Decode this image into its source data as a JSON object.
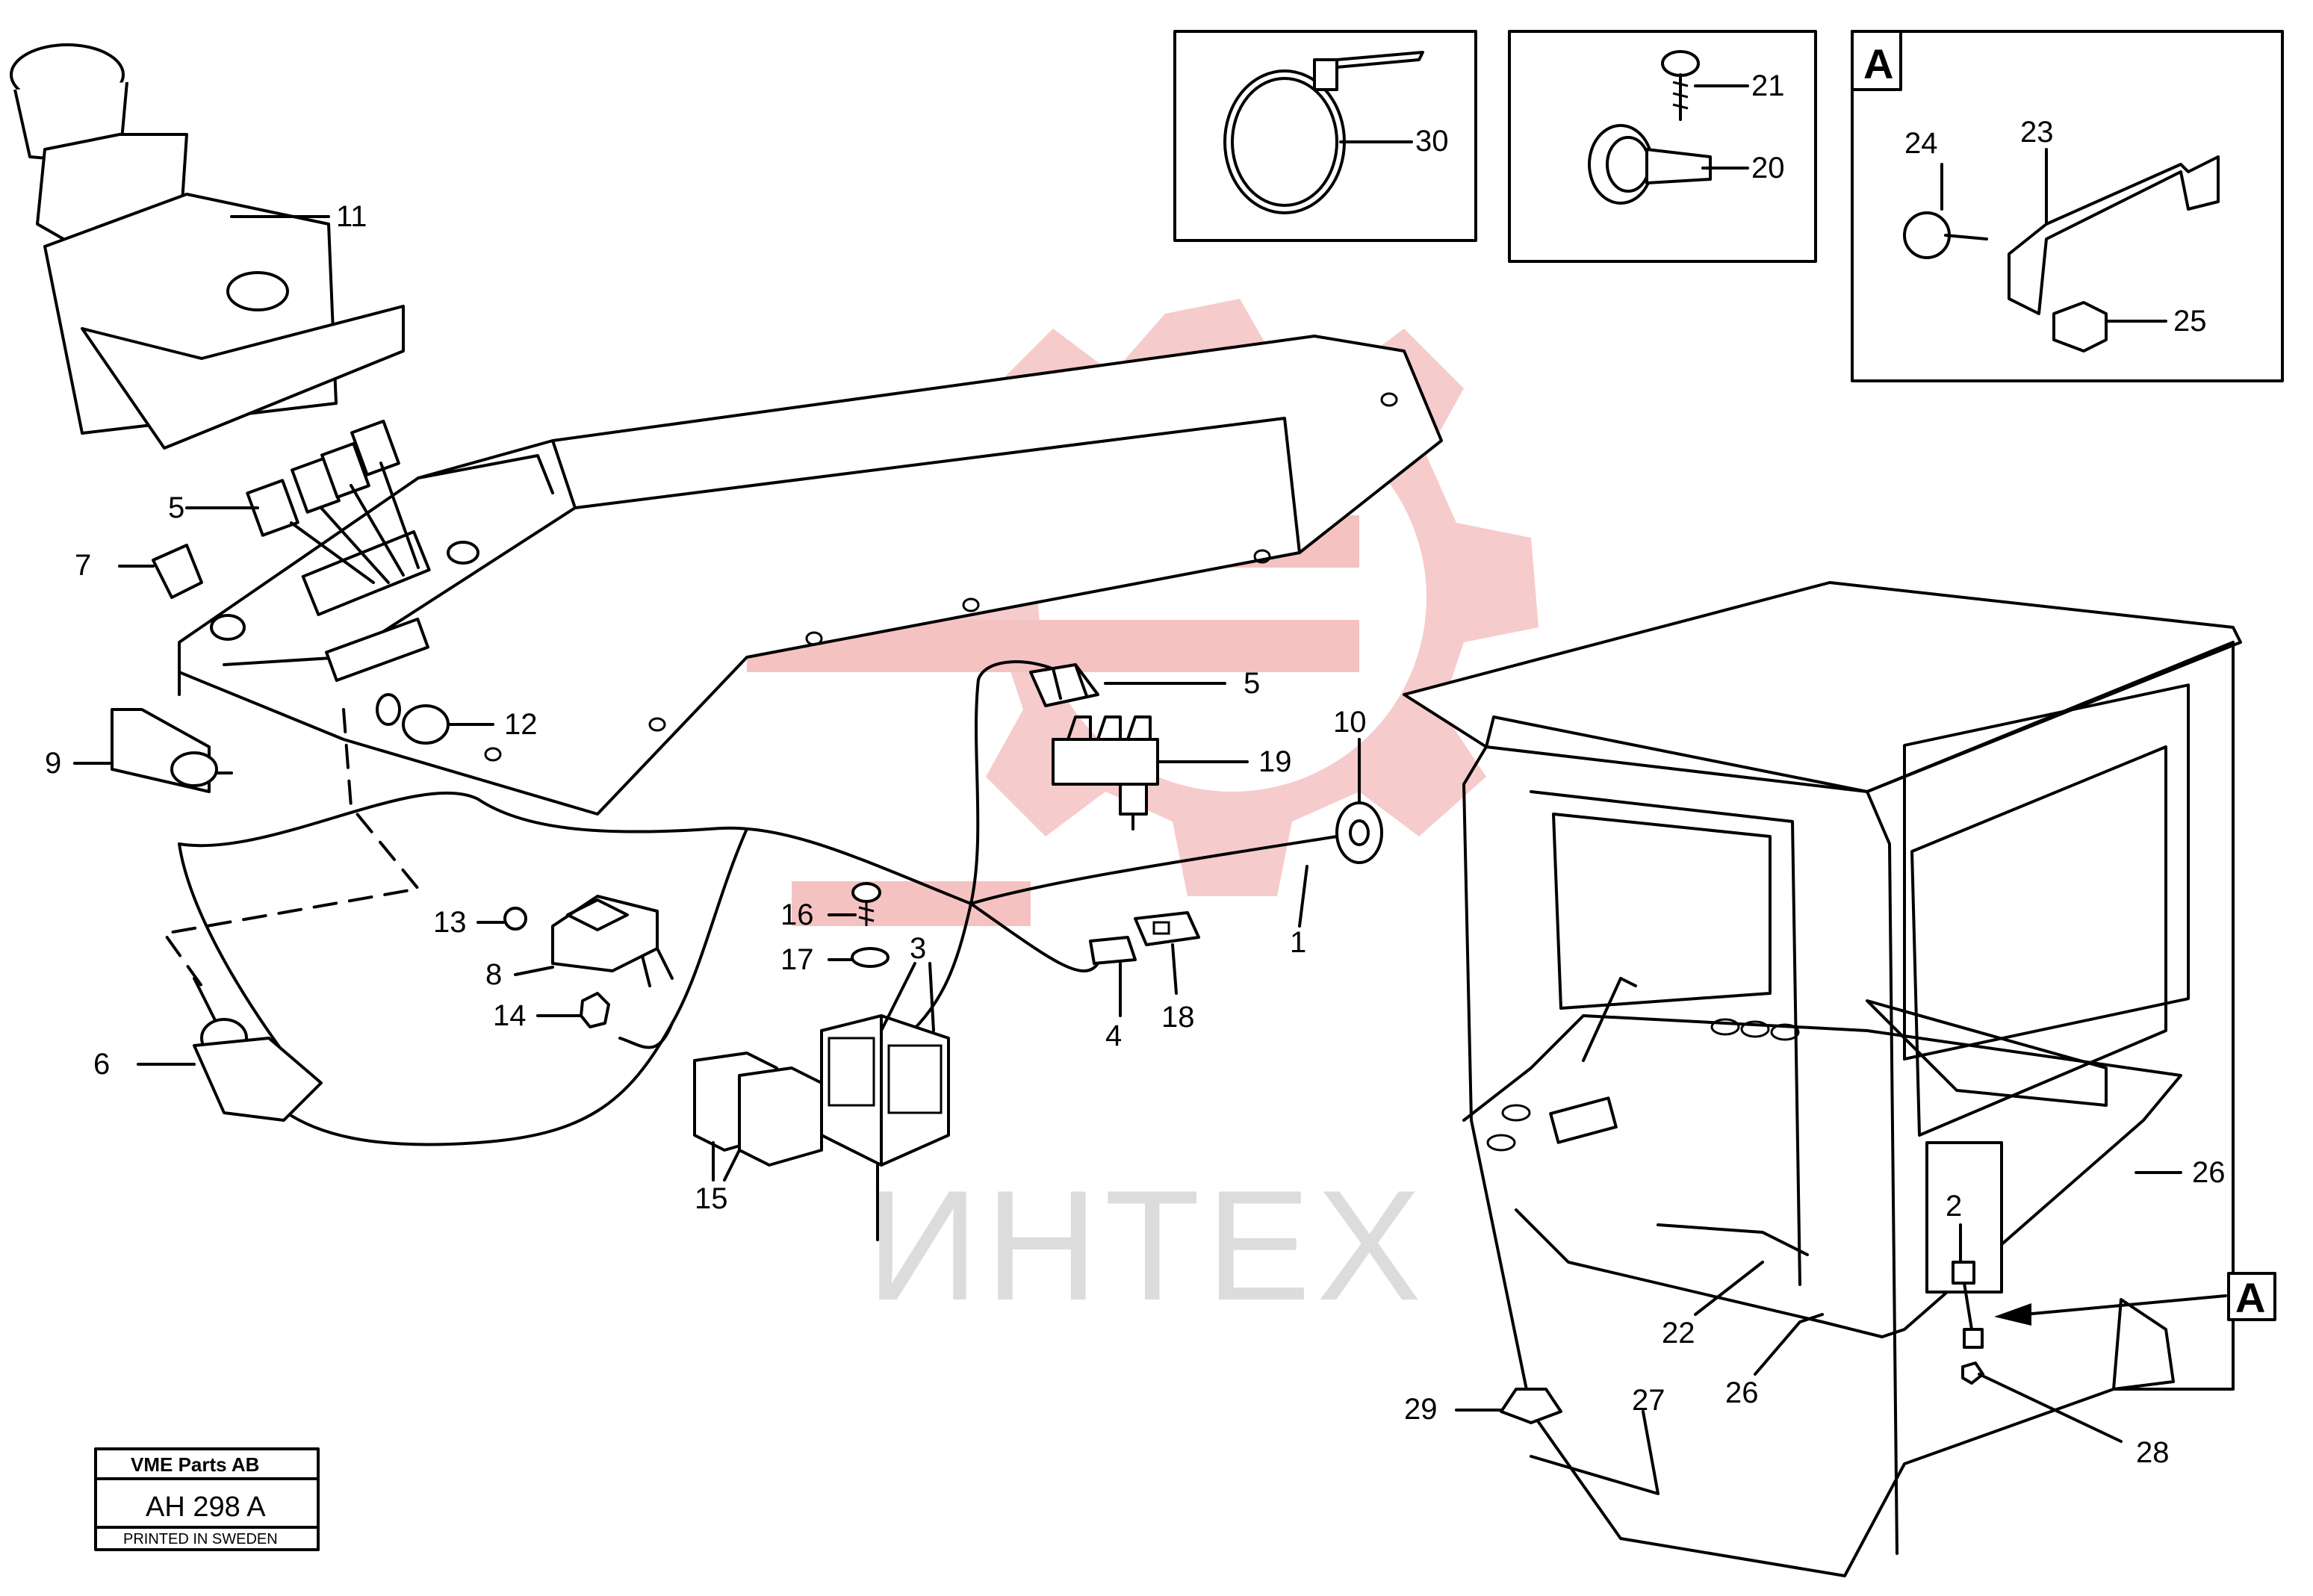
{
  "watermark": {
    "text": "ИНТЕХ",
    "color": "#f5c2c2"
  },
  "callouts": {
    "c1": "1",
    "c2": "2",
    "c3": "3",
    "c4": "4",
    "c5a": "5",
    "c5b": "5",
    "c6": "6",
    "c7": "7",
    "c8": "8",
    "c9": "9",
    "c10": "10",
    "c11": "11",
    "c12": "12",
    "c13": "13",
    "c14": "14",
    "c15": "15",
    "c16": "16",
    "c17": "17",
    "c18": "18",
    "c19": "19",
    "c20": "20",
    "c21": "21",
    "c22": "22",
    "c23": "23",
    "c24": "24",
    "c25": "25",
    "c26a": "26",
    "c26b": "26",
    "c27": "27",
    "c28": "28",
    "c29": "29",
    "c30": "30",
    "detail_a_marker": "A",
    "detail_a_title": "A"
  },
  "title_block": {
    "company": "VME Parts AB",
    "code": "AH 298  A",
    "footer": "PRINTED IN SWEDEN"
  }
}
